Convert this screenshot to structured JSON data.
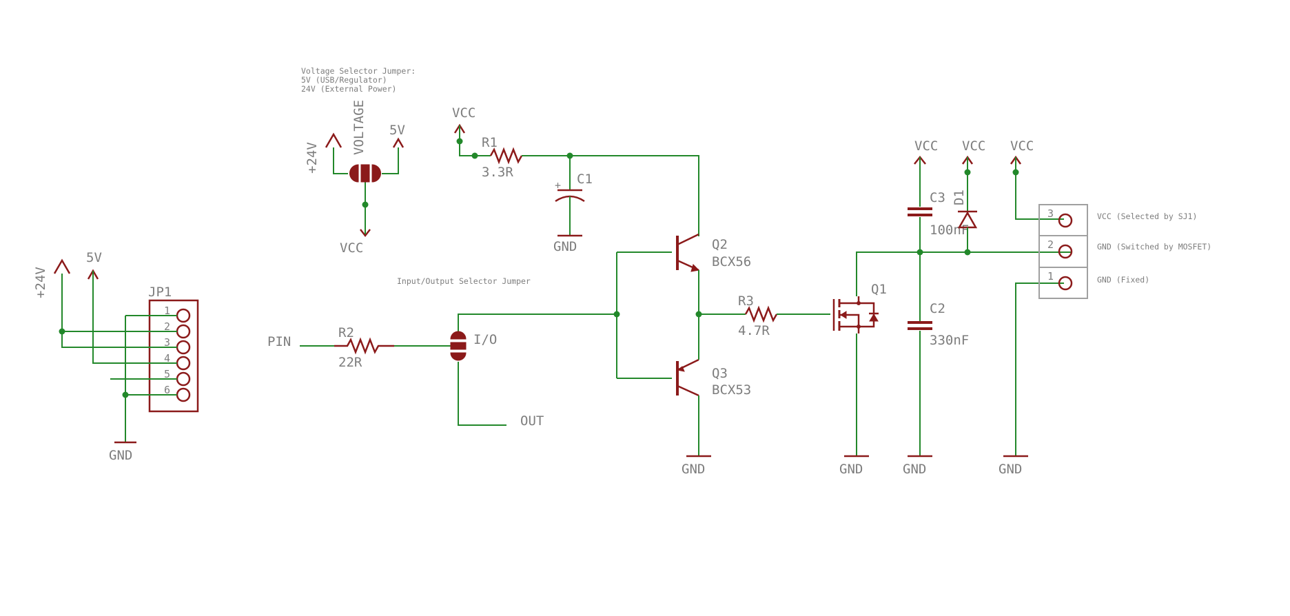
{
  "notes": {
    "voltage_selector_line1": "Voltage Selector Jumper:",
    "voltage_selector_line2": " 5V (USB/Regulator)",
    "voltage_selector_line3": "24V (External Power)",
    "io_selector": "Input/Output Selector Jumper",
    "conn_pin3": "VCC (Selected by SJ1)",
    "conn_pin2": "GND (Switched by MOSFET)",
    "conn_pin1": "GND (Fixed)"
  },
  "jp1": {
    "name": "JP1",
    "pins": [
      "1",
      "2",
      "3",
      "4",
      "5",
      "6"
    ],
    "supply_24v": "+24V",
    "supply_5v": "5V",
    "gnd": "GND"
  },
  "voltage_jumper": {
    "name": "VOLTAGE",
    "left": "+24V",
    "right": "5V",
    "out": "VCC"
  },
  "r1": {
    "name": "R1",
    "value": "3.3R"
  },
  "r2": {
    "name": "R2",
    "value": "22R"
  },
  "r3": {
    "name": "R3",
    "value": "4.7R"
  },
  "c1": {
    "name": "C1",
    "plus": "+"
  },
  "c2": {
    "name": "C2",
    "value": "330nF"
  },
  "c3": {
    "name": "C3",
    "value": "100nF"
  },
  "d1": {
    "name": "D1"
  },
  "q1": {
    "name": "Q1"
  },
  "q2": {
    "name": "Q2",
    "value": "BCX56"
  },
  "q3": {
    "name": "Q3",
    "value": "BCX53"
  },
  "io_jumper": {
    "name": "I/O"
  },
  "signals": {
    "vcc": "VCC",
    "gnd": "GND",
    "pin": "PIN",
    "out": "OUT"
  },
  "connector": {
    "pins": [
      "3",
      "2",
      "1"
    ]
  }
}
